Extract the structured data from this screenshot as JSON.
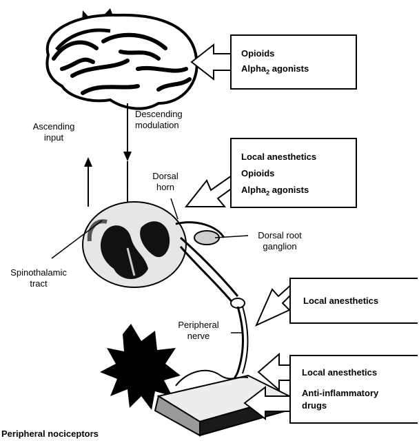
{
  "labels": {
    "ascending_line1": "Ascending",
    "ascending_line2": "input",
    "descending_line1": "Descending",
    "descending_line2": "modulation",
    "dorsal_horn_line1": "Dorsal",
    "dorsal_horn_line2": "horn",
    "dorsal_root_line1": "Dorsal root",
    "dorsal_root_line2": "ganglion",
    "spinothalamic_line1": "Spinothalamic",
    "spinothalamic_line2": "tract",
    "peripheral_nerve_line1": "Peripheral",
    "peripheral_nerve_line2": "nerve",
    "peripheral_nociceptors": "Peripheral nociceptors"
  },
  "boxes": {
    "brain": {
      "drug1": "Opioids",
      "drug2_main": "Alpha",
      "drug2_sub": "2",
      "drug2_rest": " agonists"
    },
    "spinal": {
      "drug1": "Local anesthetics",
      "drug2": "Opioids",
      "drug3_main": "Alpha",
      "drug3_sub": "2",
      "drug3_rest": " agonists"
    },
    "nerve": {
      "drug1": "Local anesthetics"
    },
    "periphery": {
      "drug1": "Local anesthetics",
      "drug2_line1": "Anti-inflammatory",
      "drug2_line2": "drugs"
    }
  },
  "colors": {
    "ink": "#000000",
    "background": "#ffffff",
    "tissue_dark": "#1a1a1a",
    "tissue_mid": "#8c8c8c",
    "tissue_light": "#d9d9d9"
  }
}
